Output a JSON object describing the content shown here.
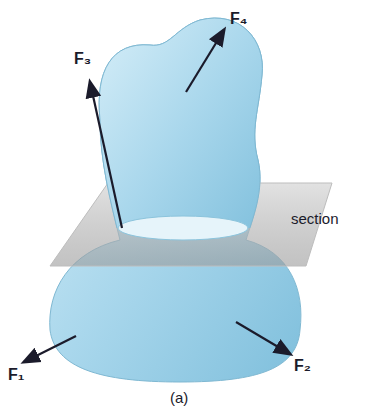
{
  "diagram": {
    "caption": "(a)",
    "labels": [
      "F₃",
      "F₄",
      "section",
      "F₁",
      "F₂"
    ]
  }
}
